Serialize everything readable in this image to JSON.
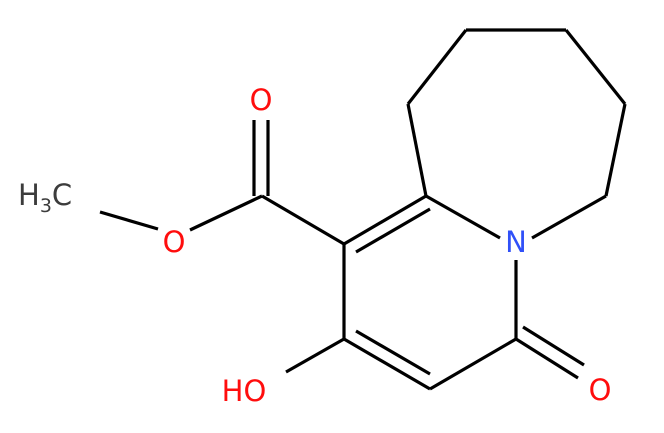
{
  "molecule": {
    "atoms": {
      "methyl": "H3C",
      "methyl_main": "H",
      "methyl_sub": "3",
      "methyl_tail": "C",
      "ester_o": "O",
      "carbonyl_o": "O",
      "hydroxyl": "HO",
      "nitrogen": "N",
      "lactam_o": "O"
    },
    "colors": {
      "bond": "#000000",
      "carbon": "#3c3c3c",
      "oxygen": "#ff0d0d",
      "nitrogen": "#3050f8"
    }
  }
}
